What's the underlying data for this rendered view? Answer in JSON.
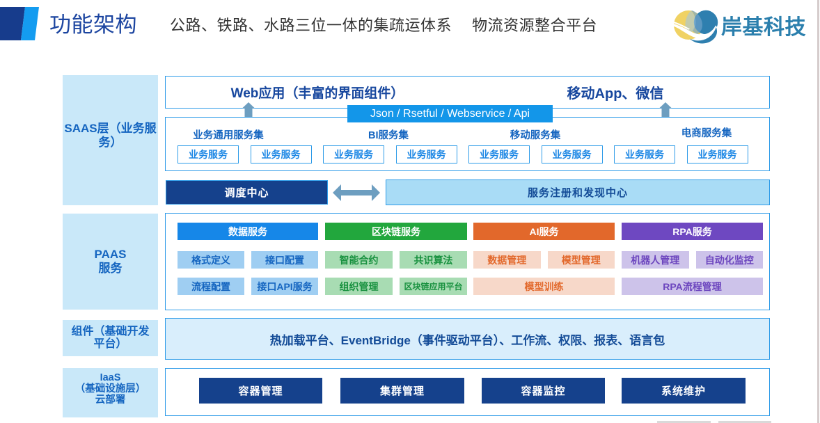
{
  "header": {
    "title": "功能架构",
    "subtitle": "公路、铁路、水路三位一体的集疏运体系　 物流资源整合平台",
    "logo_text": "岸基科技"
  },
  "saas": {
    "label": "SAAS层（业务服\n务）",
    "web_app": "Web应用（丰富的界面组件）",
    "mobile_app": "移动App、微信",
    "api_banner": "Json / Rsetful / Webservice / Api",
    "group_titles": [
      "业务通用服务集",
      "BI服务集",
      "移动服务集",
      "电商服务集"
    ],
    "services": [
      "业务服务",
      "业务服务",
      "业务服务",
      "业务服务",
      "业务服务",
      "业务服务",
      "业务服务",
      "业务服务"
    ],
    "dispatch": "调度中心",
    "registry": "服务注册和发现中心"
  },
  "paas": {
    "label": "PAAS\n服务",
    "groups": [
      {
        "title": "数据服务",
        "color": "#1687e8",
        "cells": [
          "格式定义",
          "接口配置",
          "流程配置",
          "接口API服务"
        ]
      },
      {
        "title": "区块链服务",
        "color": "#22a73d",
        "cells": [
          "智能合约",
          "共识算法",
          "组织管理",
          "区块链应用平台"
        ]
      },
      {
        "title": "AI服务",
        "color": "#e2682b",
        "cells": [
          "数据管理",
          "模型管理",
          "模型训练"
        ]
      },
      {
        "title": "RPA服务",
        "color": "#6e48c1",
        "cells": [
          "机器人管理",
          "自动化监控",
          "RPA流程管理"
        ]
      }
    ]
  },
  "component": {
    "label": "组件（基础开发\n平台）",
    "content": "热加载平台、EventBridge（事件驱动平台）、工作流、权限、报表、语言包"
  },
  "iaas": {
    "label": "IaaS\n（基础设施层）\n云部署",
    "items": [
      "容器管理",
      "集群管理",
      "容器监控",
      "系统维护"
    ]
  },
  "palette": {
    "label_bg": "#c9e8f9",
    "box_border": "#2d9be8",
    "navy_fill": "#15418c",
    "registry_fill": "#a9dcf6",
    "banner_blue": "#1396e9",
    "arrow_steel": "#6d9ec0",
    "title_navy": "#1c4499",
    "logo_teal": "#2b7fad",
    "deco_dark": "#173c8c",
    "deco_light": "#149cf0"
  }
}
